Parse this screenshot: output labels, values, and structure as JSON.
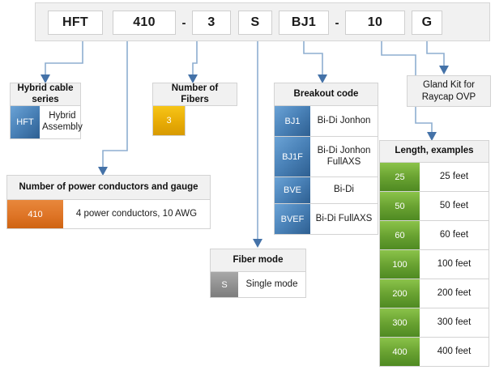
{
  "part_number": {
    "segments": [
      {
        "text": "HFT",
        "type": "box"
      },
      {
        "text": "410",
        "type": "box"
      },
      {
        "text": "-",
        "type": "dash"
      },
      {
        "text": "3",
        "type": "box"
      },
      {
        "text": "S",
        "type": "box"
      },
      {
        "text": "BJ1",
        "type": "box"
      },
      {
        "text": "-",
        "type": "dash"
      },
      {
        "text": "10",
        "type": "box"
      },
      {
        "text": "G",
        "type": "box"
      }
    ]
  },
  "hybrid_cable_series": {
    "title": "Hybrid cable series",
    "rows": [
      {
        "code": "HFT",
        "desc": "Hybrid Assembly"
      }
    ]
  },
  "number_of_fibers": {
    "title": "Number of Fibers",
    "rows": [
      {
        "code": "3",
        "desc": ""
      }
    ]
  },
  "power_conductors": {
    "title": "Number of power conductors and gauge",
    "rows": [
      {
        "code": "410",
        "desc": "4 power conductors, 10 AWG"
      }
    ]
  },
  "fiber_mode": {
    "title": "Fiber mode",
    "rows": [
      {
        "code": "S",
        "desc": "Single mode"
      }
    ]
  },
  "breakout_code": {
    "title": "Breakout code",
    "rows": [
      {
        "code": "BJ1",
        "desc": "Bi-Di Jonhon"
      },
      {
        "code": "BJ1F",
        "desc": "Bi-Di Jonhon FullAXS"
      },
      {
        "code": "BVE",
        "desc": "Bi-Di"
      },
      {
        "code": "BVEF",
        "desc": "Bi-Di FullAXS"
      }
    ]
  },
  "gland_kit": {
    "label": "Gland Kit for Raycap OVP"
  },
  "length_examples": {
    "title": "Length, examples",
    "rows": [
      {
        "code": "25",
        "desc": "25 feet"
      },
      {
        "code": "50",
        "desc": "50 feet"
      },
      {
        "code": "60",
        "desc": "60 feet"
      },
      {
        "code": "100",
        "desc": "100 feet"
      },
      {
        "code": "200",
        "desc": "200 feet"
      },
      {
        "code": "300",
        "desc": "300 feet"
      },
      {
        "code": "400",
        "desc": "400 feet"
      }
    ]
  },
  "colors": {
    "series_chip": "#4a82b8",
    "fibers_chip": "#e8ac06",
    "power_chip": "#de7426",
    "mode_chip": "#909090",
    "breakout_chip": "#4a82b8",
    "length_chip": "#6aa332",
    "connector": "#8eaed0",
    "arrow": "#4472a8"
  }
}
